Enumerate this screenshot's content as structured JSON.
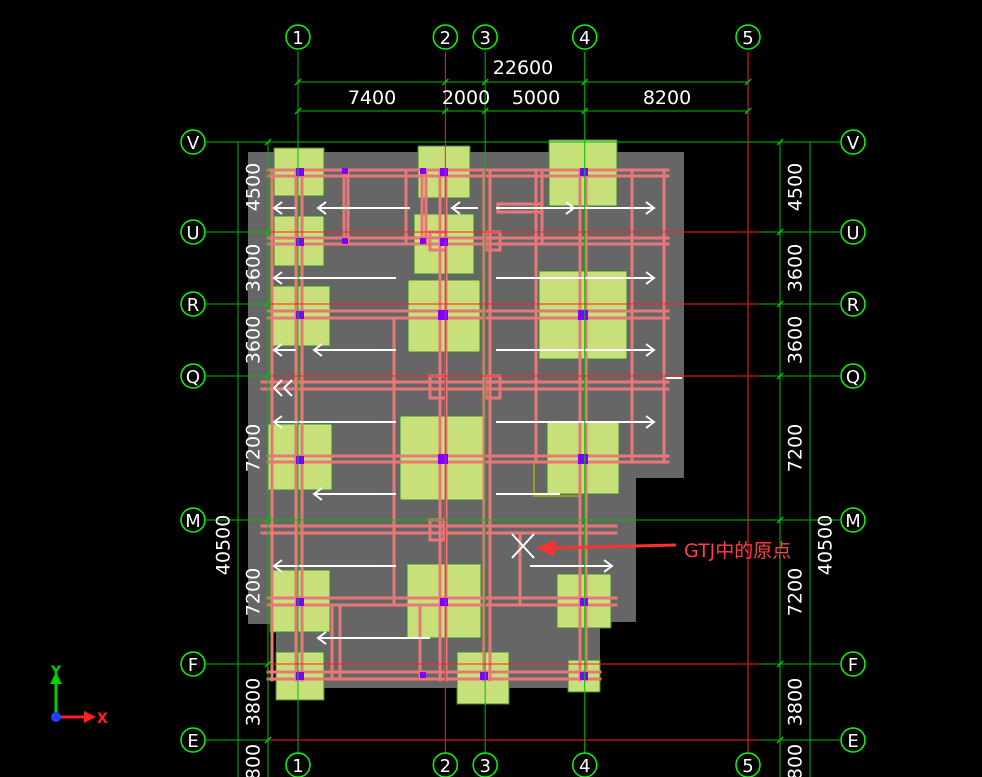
{
  "colors": {
    "background": "#000000",
    "axis": "#00c000",
    "bubble": "#00ff00",
    "slab": "#666666",
    "footing": "#c8e07a",
    "beam": "#e87878",
    "column": "#8000ff",
    "ref_line": "#ff2020",
    "arrow": "#ffffff",
    "label": "#ff4040"
  },
  "grid_x": [
    {
      "name": "1",
      "pos": 0
    },
    {
      "name": "2",
      "pos": 7400
    },
    {
      "name": "3",
      "pos": 9400
    },
    {
      "name": "4",
      "pos": 14400
    },
    {
      "name": "5",
      "pos": 22600
    }
  ],
  "grid_y": [
    {
      "name": "E",
      "pos": 0
    },
    {
      "name": "F",
      "pos": 3800
    },
    {
      "name": "M",
      "pos": 11000
    },
    {
      "name": "Q",
      "pos": 18200
    },
    {
      "name": "R",
      "pos": 21800
    },
    {
      "name": "U",
      "pos": 25400
    },
    {
      "name": "V",
      "pos": 29900
    }
  ],
  "dims_top": {
    "total": "22600",
    "segments": [
      "7400",
      "2000",
      "5000",
      "8200"
    ]
  },
  "dims_left": {
    "total": "40500",
    "segments": [
      "3800",
      "7200",
      "7200",
      "3600",
      "3600",
      "4500"
    ],
    "partial": "800"
  },
  "dims_right": {
    "total": "40500",
    "segments": [
      "3800",
      "7200",
      "7200",
      "3600",
      "3600",
      "4500"
    ],
    "partial": "800"
  },
  "annotation": {
    "text": "GTJ中的原点"
  },
  "ucs": {
    "x_label": "X",
    "y_label": "Y"
  }
}
